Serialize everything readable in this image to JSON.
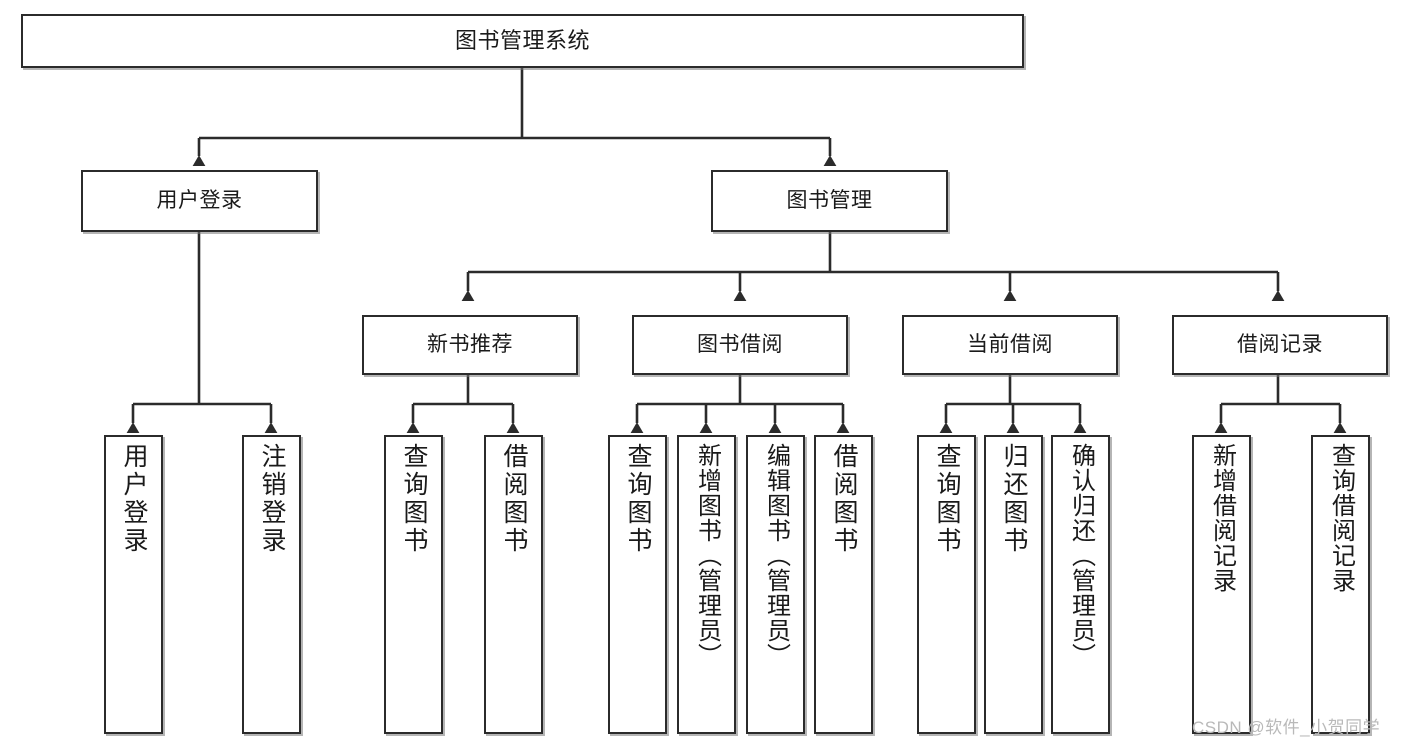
{
  "diagram": {
    "title": "图书管理系统",
    "type": "tree",
    "orientation": "top-down",
    "colors": {
      "box_border": "#2b2b2b",
      "box_fill": "#ffffff",
      "edge": "#2b2b2b",
      "background": "#ffffff",
      "watermark": "#b9b9b9"
    },
    "nodes": {
      "root": {
        "label": "图书管理系统"
      },
      "level1": [
        {
          "id": "user-login",
          "label": "用户登录"
        },
        {
          "id": "book-manage",
          "label": "图书管理"
        }
      ],
      "level2": [
        {
          "id": "new-book-recommend",
          "label": "新书推荐"
        },
        {
          "id": "book-borrow",
          "label": "图书借阅"
        },
        {
          "id": "current-borrow",
          "label": "当前借阅"
        },
        {
          "id": "borrow-record",
          "label": "借阅记录"
        }
      ],
      "leaves": {
        "user-login": [
          {
            "id": "leaf-user-login",
            "label": "用户登录"
          },
          {
            "id": "leaf-logout-login",
            "label": "注销登录"
          }
        ],
        "new-book-recommend": [
          {
            "id": "leaf-query-book-1",
            "label": "查询图书"
          },
          {
            "id": "leaf-borrow-book-1",
            "label": "借阅图书"
          }
        ],
        "book-borrow": [
          {
            "id": "leaf-query-book-2",
            "label": "查询图书"
          },
          {
            "id": "leaf-add-book",
            "label": "新增图书（管理员）"
          },
          {
            "id": "leaf-edit-book",
            "label": "编辑图书（管理员）"
          },
          {
            "id": "leaf-borrow-book-2",
            "label": "借阅图书"
          }
        ],
        "current-borrow": [
          {
            "id": "leaf-query-book-3",
            "label": "查询图书"
          },
          {
            "id": "leaf-return-book",
            "label": "归还图书"
          },
          {
            "id": "leaf-confirm-return",
            "label": "确认归还（管理员）"
          }
        ],
        "borrow-record": [
          {
            "id": "leaf-add-record",
            "label": "新增借阅记录"
          },
          {
            "id": "leaf-query-record",
            "label": "查询借阅记录"
          }
        ]
      }
    },
    "watermark": "CSDN @软件_小贺同学"
  }
}
